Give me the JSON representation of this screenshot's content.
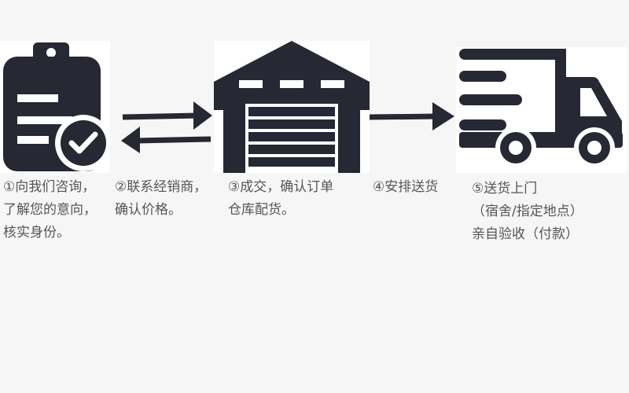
{
  "colors": {
    "icon": "#262833",
    "background": "#f6f6f6",
    "text": "#555555"
  },
  "icons": [
    "clipboard-check-icon",
    "warehouse-icon",
    "delivery-truck-icon"
  ],
  "arrows": [
    "bidirectional-arrow-icon",
    "right-arrow-icon"
  ],
  "steps": [
    {
      "lines": [
        "①向我们咨询，",
        "了解您的意向，",
        "核实身份。"
      ]
    },
    {
      "lines": [
        "②联系经销商，",
        "确认价格。"
      ]
    },
    {
      "lines": [
        "③成交，确认订单",
        "仓库配货。"
      ]
    },
    {
      "lines": [
        "④安排送货"
      ]
    },
    {
      "lines": [
        "⑤送货上门",
        "（宿舍/指定地点）",
        "亲自验收（付款）"
      ]
    }
  ]
}
